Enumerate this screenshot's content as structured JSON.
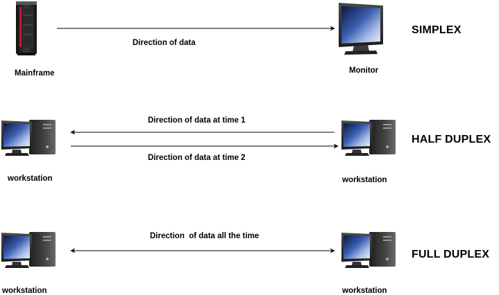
{
  "simplex": {
    "mode_label": "SIMPLEX",
    "sender_label": "Mainframe",
    "receiver_label": "Monitor",
    "direction_label": "Direction of data"
  },
  "half_duplex": {
    "mode_label": "HALF DUPLEX",
    "left_label": "workstation",
    "right_label": "workstation",
    "direction_time1_label": "Direction of data at time 1",
    "direction_time2_label": "Direction of data at time 2"
  },
  "full_duplex": {
    "mode_label": "FULL DUPLEX",
    "left_label": "workstation",
    "right_label": "workstation",
    "direction_label": "Direction  of data all the time"
  },
  "icons": {
    "mainframe": "mainframe-icon",
    "monitor": "monitor-icon",
    "workstation": "workstation-icon"
  },
  "colors": {
    "screen_blue": "#1e3a7a",
    "tower_dark": "#2a2a2a",
    "accent_red": "#c0182f"
  }
}
